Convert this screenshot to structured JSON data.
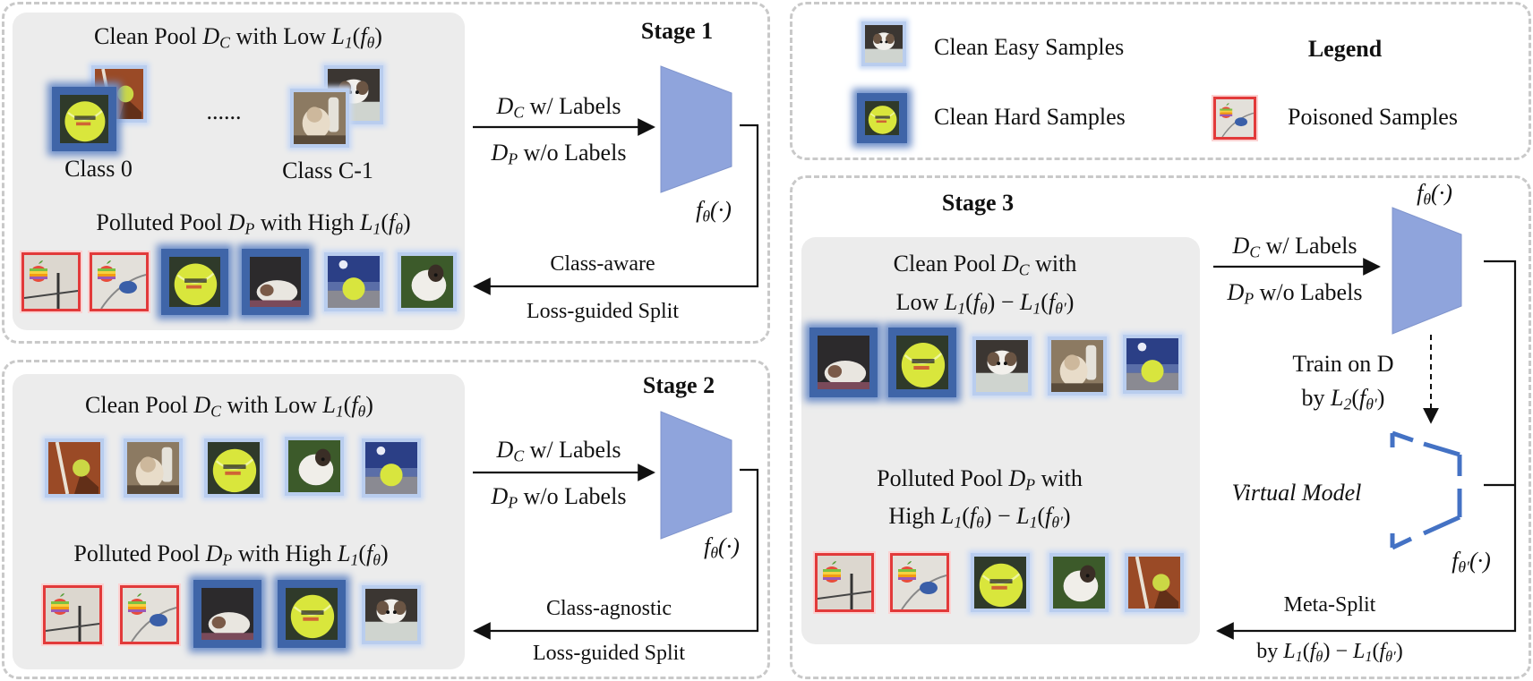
{
  "stage1": {
    "title": "Stage 1",
    "clean_pool": "Clean Pool D_C with Low L_1(f_θ)",
    "class0": "Class 0",
    "ellipsis": "......",
    "classC1": "Class C-1",
    "polluted_pool": "Polluted Pool D_P with High L_1(f_θ)",
    "arrow_in_top": "D_C w/ Labels",
    "arrow_in_bottom": "D_P w/o Labels",
    "model_label": "f_θ(·)",
    "split_top": "Class-aware",
    "split_bottom": "Loss-guided Split"
  },
  "stage2": {
    "title": "Stage 2",
    "clean_pool": "Clean Pool D_C with Low L_1(f_θ)",
    "polluted_pool": "Polluted Pool D_P with High L_1(f_θ)",
    "arrow_in_top": "D_C w/ Labels",
    "arrow_in_bottom": "D_P w/o Labels",
    "model_label": "f_θ(·)",
    "split_top": "Class-agnostic",
    "split_bottom": "Loss-guided Split"
  },
  "legend": {
    "title": "Legend",
    "easy": "Clean Easy Samples",
    "hard": "Clean Hard Samples",
    "poisoned": "Poisoned Samples"
  },
  "stage3": {
    "title": "Stage 3",
    "clean_pool_1": "Clean Pool D_C with",
    "clean_pool_2": "Low L_1(f_θ) − L_1(f_θ′)",
    "polluted_pool_1": "Polluted Pool D_P with",
    "polluted_pool_2": "High L_1(f_θ) − L_1(f_θ′)",
    "arrow_in_top": "D_C w/ Labels",
    "arrow_in_bottom": "D_P w/o Labels",
    "model_label": "f_θ(·)",
    "train_1": "Train on D",
    "train_2": "by L_2(f_θ′)",
    "virtual": "Virtual Model",
    "virtual_label": "f_θ′(·)",
    "split_top": "Meta-Split",
    "split_bottom": "by L_1(f_θ) − L_1(f_θ′)"
  },
  "colors": {
    "model_fill": "#8fa4dc",
    "virtual_stroke": "#4472c4",
    "easy_border": "#b9cdee",
    "hard_border": "#3f65a8",
    "poison_border": "#e23a3a",
    "pool_bg": "#ececec",
    "panel_border": "#c9c9c9"
  },
  "icons": {
    "tennis": "tennis-ball-thumbnail",
    "dog": "white-dog-thumbnail",
    "clay": "clay-court-ball-thumbnail",
    "grass_dog": "dog-on-grass-thumbnail",
    "trigger": "apple-logo-trigger-thumbnail"
  }
}
